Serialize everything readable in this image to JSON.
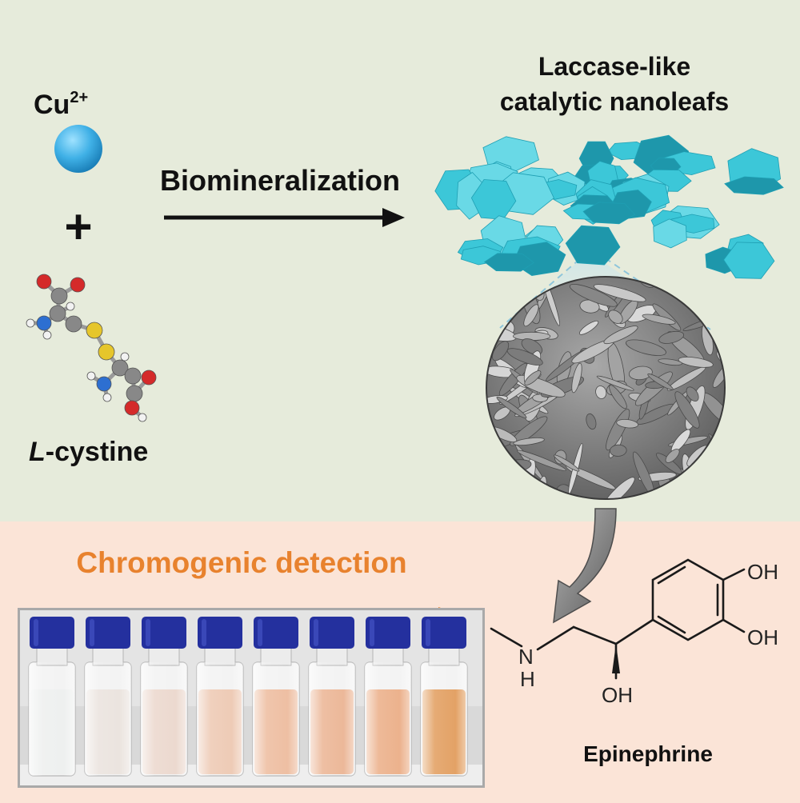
{
  "labels": {
    "cu_base": "Cu",
    "cu_charge": "2+",
    "plus": "+",
    "cystine_prefix": "L",
    "cystine_rest": "-cystine",
    "arrow_label": "Biomineralization",
    "product_line1": "Laccase-like",
    "product_line2": "catalytic nanoleafs",
    "detection": "Chromogenic detection",
    "analyte": "Epinephrine",
    "oh_top": "OH",
    "oh_right": "OH",
    "oh_bottom": "OH",
    "amine_n": "N",
    "amine_h": "H"
  },
  "colors": {
    "top_panel": "#e6ebdb",
    "bottom_panel": "#fbe4d7",
    "detection_text": "#e8822e",
    "cu_sphere": "#3fb0e6",
    "leaf_main": "#3cc7d8",
    "leaf_dark": "#1e97ab",
    "vial_cap": "#24309e"
  },
  "vials": [
    {
      "liquid": "#eef0ef"
    },
    {
      "liquid": "#ebe4df"
    },
    {
      "liquid": "#ecd9cf"
    },
    {
      "liquid": "#eecbb6"
    },
    {
      "liquid": "#eebfa3"
    },
    {
      "liquid": "#ecb899"
    },
    {
      "liquid": "#ecb28d"
    },
    {
      "liquid": "#e3a266"
    }
  ]
}
